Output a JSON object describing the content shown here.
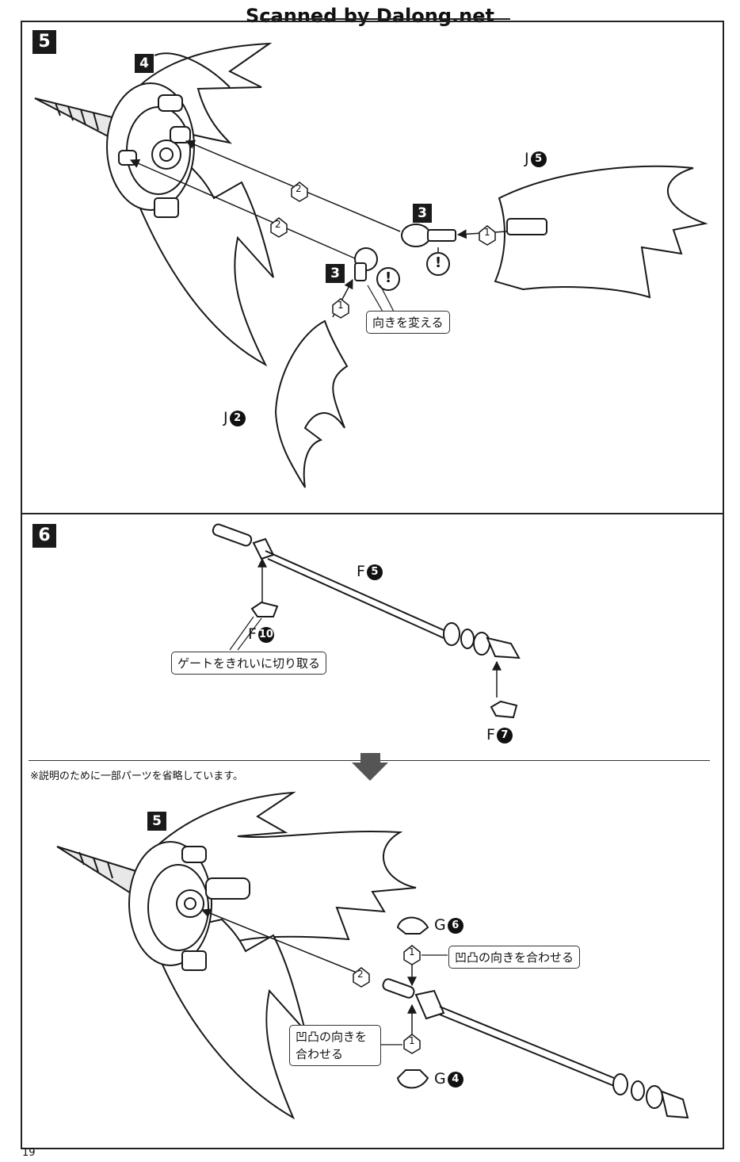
{
  "header": {
    "title": "Scanned by Dalong.net"
  },
  "steps": {
    "step5_top": "5",
    "step5_top_sub4": "4",
    "step5_top_sub3a": "3",
    "step5_top_sub3b": "3",
    "step6": "6",
    "step5_bottom": "5"
  },
  "callouts": {
    "change_direction": "向きを変える",
    "cut_gate": "ゲートをきれいに切り取る",
    "align_convex": "凹凸の向きを合わせる",
    "align_convex_split_1": "凹凸の向きを",
    "align_convex_split_2": "合わせる"
  },
  "parts": {
    "j5": {
      "letter": "J",
      "num": "5"
    },
    "j2": {
      "letter": "J",
      "num": "2"
    },
    "f5": {
      "letter": "F",
      "num": "5"
    },
    "f10": {
      "letter": "F",
      "num": "10"
    },
    "f7": {
      "letter": "F",
      "num": "7"
    },
    "g6": {
      "letter": "G",
      "num": "6"
    },
    "g4": {
      "letter": "G",
      "num": "4"
    }
  },
  "sequence": {
    "one": "1",
    "two": "2"
  },
  "note": "※説明のために一部パーツを省略しています。",
  "page_number": "19",
  "colors": {
    "ink": "#1a1a1a",
    "paper": "#ffffff",
    "faint": "#c9c9c9"
  }
}
